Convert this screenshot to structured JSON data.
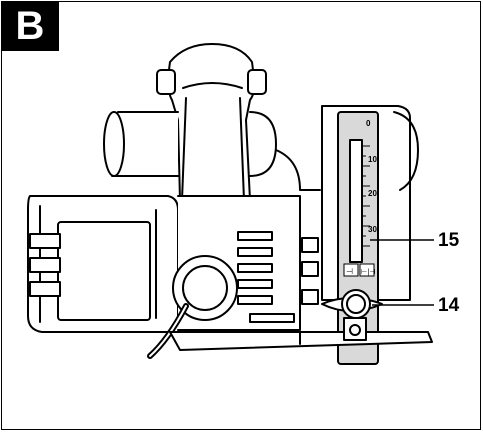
{
  "figure": {
    "badge": "B",
    "callouts": [
      {
        "id": "15",
        "label": "15"
      },
      {
        "id": "14",
        "label": "14"
      }
    ],
    "scale_marks": [
      "0",
      "10",
      "20",
      "30"
    ],
    "scale_icons": [
      "⊣",
      "⊢|⊣"
    ]
  }
}
